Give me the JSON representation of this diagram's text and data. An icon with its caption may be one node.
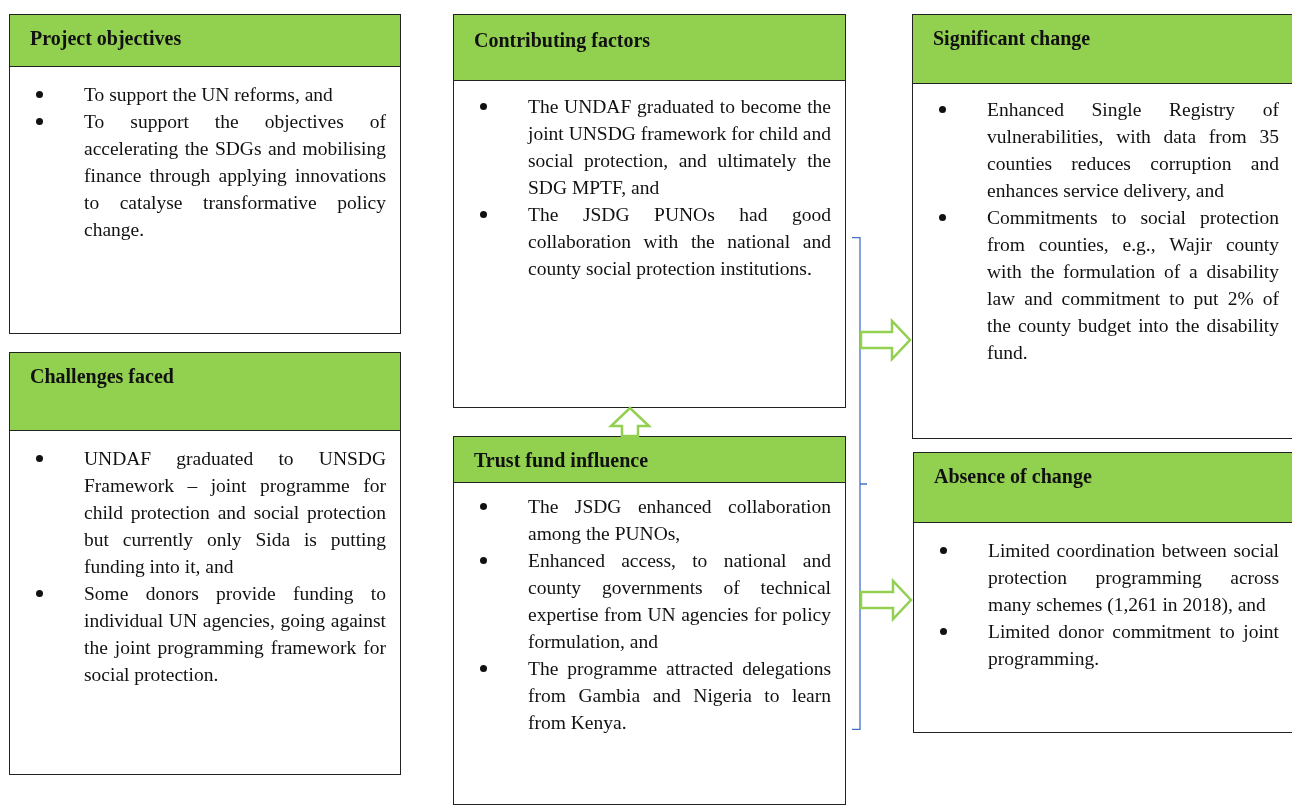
{
  "diagram": {
    "nodes": [
      {
        "text": [
          "Project objectives",
          "To support the UN reforms, and",
          "To support the objectives of accelerating the SDGs and mobilising finance through applying innovations to catalyse transformative policy change."
        ]
      },
      {
        "text": [
          "Contributing factors",
          "The UNDAF graduated to become the joint UNSDG framework for child and social protection, and ultimately the SDG MPTF, and",
          "The JSDG PUNOs had good collaboration with the national and county social protection institutions."
        ]
      },
      {
        "text": [
          "Challenges faced",
          "UNDAF graduated to UNSDG Framework – joint programme for child protection and social protection but currently only Sida is putting funding into it, and",
          "Some donors provide funding to individual UN agencies, going against the joint programming framework for social protection."
        ]
      },
      {
        "text": [
          "Significant change",
          "Enhanced Single Registry of vulnerabilities, with data from 35 counties reduces corruption and enhances service delivery, and",
          "Commitments to social protection from counties, e.g., Wajir county with the formulation of a disability law and commitment to put 2% of the county budget into the disability fund."
        ]
      },
      {
        "text": [
          "Trust fund influence",
          "The JSDG enhanced collaboration among the PUNOs,",
          "Enhanced access, to national and county governments of technical expertise from UN agencies for policy formulation, and",
          "The programme attracted delegations from Gambia and Nigeria to learn from Kenya."
        ]
      },
      {
        "text": [
          "Absence of change",
          "Limited coordination between social protection programming across many schemes (1,261 in 2018), and",
          "Limited donor commitment to joint programming."
        ]
      },
      {
        "text": [],
        "shape": "bar"
      }
    ],
    "edges": [
      {
        "from": 4,
        "to": 1,
        "arrow": "to"
      },
      {
        "from": 6,
        "to": 3,
        "arrow": "to"
      },
      {
        "from": 6,
        "to": 5,
        "arrow": "to"
      }
    ]
  }
}
